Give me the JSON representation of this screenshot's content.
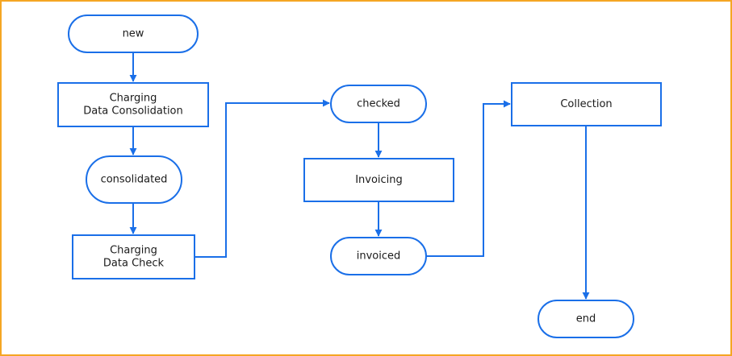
{
  "diagram": {
    "colors": {
      "stroke": "#1a6fe8",
      "frame": "#f5a623",
      "text": "#1a1a1a",
      "fill": "#ffffff"
    },
    "nodes": {
      "new": {
        "shape": "rounded",
        "lines": [
          "new"
        ]
      },
      "consolidation": {
        "shape": "rect",
        "lines": [
          "Charging",
          "Data Consolidation"
        ]
      },
      "consolidated": {
        "shape": "rounded",
        "lines": [
          "consolidated"
        ]
      },
      "check": {
        "shape": "rect",
        "lines": [
          "Charging",
          "Data Check"
        ]
      },
      "checked": {
        "shape": "rounded",
        "lines": [
          "checked"
        ]
      },
      "invoicing": {
        "shape": "rect",
        "lines": [
          "Invoicing"
        ]
      },
      "invoiced": {
        "shape": "rounded",
        "lines": [
          "invoiced"
        ]
      },
      "collection": {
        "shape": "rect",
        "lines": [
          "Collection"
        ]
      },
      "end": {
        "shape": "rounded",
        "lines": [
          "end"
        ]
      }
    },
    "edges": [
      {
        "from": "new",
        "to": "consolidation"
      },
      {
        "from": "consolidation",
        "to": "consolidated"
      },
      {
        "from": "consolidated",
        "to": "check"
      },
      {
        "from": "check",
        "to": "checked"
      },
      {
        "from": "checked",
        "to": "invoicing"
      },
      {
        "from": "invoicing",
        "to": "invoiced"
      },
      {
        "from": "invoiced",
        "to": "collection"
      },
      {
        "from": "collection",
        "to": "end"
      }
    ]
  }
}
